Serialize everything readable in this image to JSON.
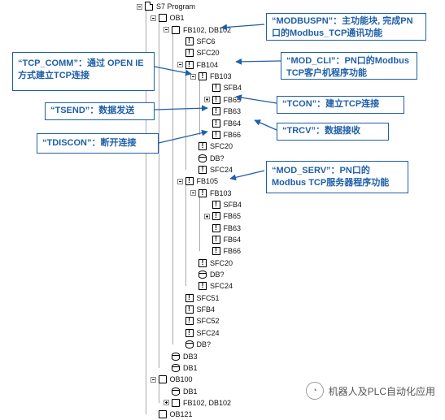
{
  "tree": [
    {
      "label": "S7 Program",
      "icon": "folder",
      "depth": 0,
      "exp": "minus"
    },
    {
      "label": "OB1",
      "icon": "block",
      "depth": 1,
      "exp": "minus"
    },
    {
      "label": "FB102, DB102",
      "icon": "block",
      "depth": 2,
      "exp": "minus"
    },
    {
      "label": "SFC6",
      "icon": "warn",
      "depth": 3,
      "exp": ""
    },
    {
      "label": "SFC20",
      "icon": "warn",
      "depth": 3,
      "exp": ""
    },
    {
      "label": "FB104",
      "icon": "warn",
      "depth": 3,
      "exp": "minus"
    },
    {
      "label": "FB103",
      "icon": "warn",
      "depth": 4,
      "exp": "minus"
    },
    {
      "label": "SFB4",
      "icon": "warn",
      "depth": 5,
      "exp": ""
    },
    {
      "label": "FB65",
      "icon": "warn",
      "depth": 5,
      "exp": "plus"
    },
    {
      "label": "FB63",
      "icon": "warn",
      "depth": 5,
      "exp": ""
    },
    {
      "label": "FB64",
      "icon": "warn",
      "depth": 5,
      "exp": ""
    },
    {
      "label": "FB66",
      "icon": "warn",
      "depth": 5,
      "exp": ""
    },
    {
      "label": "SFC20",
      "icon": "warn",
      "depth": 4,
      "exp": ""
    },
    {
      "label": "DB?",
      "icon": "db",
      "depth": 4,
      "exp": ""
    },
    {
      "label": "SFC24",
      "icon": "warn",
      "depth": 4,
      "exp": ""
    },
    {
      "label": "FB105",
      "icon": "warn",
      "depth": 3,
      "exp": "minus"
    },
    {
      "label": "FB103",
      "icon": "warn",
      "depth": 4,
      "exp": "minus"
    },
    {
      "label": "SFB4",
      "icon": "warn",
      "depth": 5,
      "exp": ""
    },
    {
      "label": "FB65",
      "icon": "warn",
      "depth": 5,
      "exp": "plus"
    },
    {
      "label": "FB63",
      "icon": "warn",
      "depth": 5,
      "exp": ""
    },
    {
      "label": "FB64",
      "icon": "warn",
      "depth": 5,
      "exp": ""
    },
    {
      "label": "FB66",
      "icon": "warn",
      "depth": 5,
      "exp": ""
    },
    {
      "label": "SFC20",
      "icon": "warn",
      "depth": 4,
      "exp": ""
    },
    {
      "label": "DB?",
      "icon": "db",
      "depth": 4,
      "exp": ""
    },
    {
      "label": "SFC24",
      "icon": "warn",
      "depth": 4,
      "exp": ""
    },
    {
      "label": "SFC51",
      "icon": "warn",
      "depth": 3,
      "exp": ""
    },
    {
      "label": "SFB4",
      "icon": "warn",
      "depth": 3,
      "exp": ""
    },
    {
      "label": "SFC52",
      "icon": "warn",
      "depth": 3,
      "exp": ""
    },
    {
      "label": "SFC24",
      "icon": "warn",
      "depth": 3,
      "exp": ""
    },
    {
      "label": "DB?",
      "icon": "db",
      "depth": 3,
      "exp": ""
    },
    {
      "label": "DB3",
      "icon": "db",
      "depth": 2,
      "exp": ""
    },
    {
      "label": "DB1",
      "icon": "db",
      "depth": 2,
      "exp": ""
    },
    {
      "label": "OB100",
      "icon": "block",
      "depth": 1,
      "exp": "minus"
    },
    {
      "label": "DB1",
      "icon": "db",
      "depth": 2,
      "exp": ""
    },
    {
      "label": "FB102, DB102",
      "icon": "block",
      "depth": 2,
      "exp": "plus"
    },
    {
      "label": "OB121",
      "icon": "block",
      "depth": 1,
      "exp": ""
    }
  ],
  "annotations": {
    "modbuspn": "“MODBUSPN”：主功能块, 完成PN口的Modbus_TCP通讯功能",
    "tcp_comm": "“TCP_COMM”：通过 OPEN IE方式建立TCP连接",
    "mod_cli": "“MOD_CLI”：PN口的Modbus TCP客户机程序功能",
    "tsend": "“TSEND”：数据发送",
    "tcon": "“TCON”：建立TCP连接",
    "tdiscon": "“TDISCON”：断开连接",
    "trcv": "“TRCV”：数据接收",
    "mod_serv": "“MOD_SERV”：PN口的 Modbus TCP服务器程序功能"
  },
  "colors": {
    "annotation": "#1f5fa8",
    "tree_line": "#aaaaaa"
  },
  "watermark": {
    "icon": "wechat-logo-icon",
    "text": "机器人及PLC自动化应用"
  }
}
